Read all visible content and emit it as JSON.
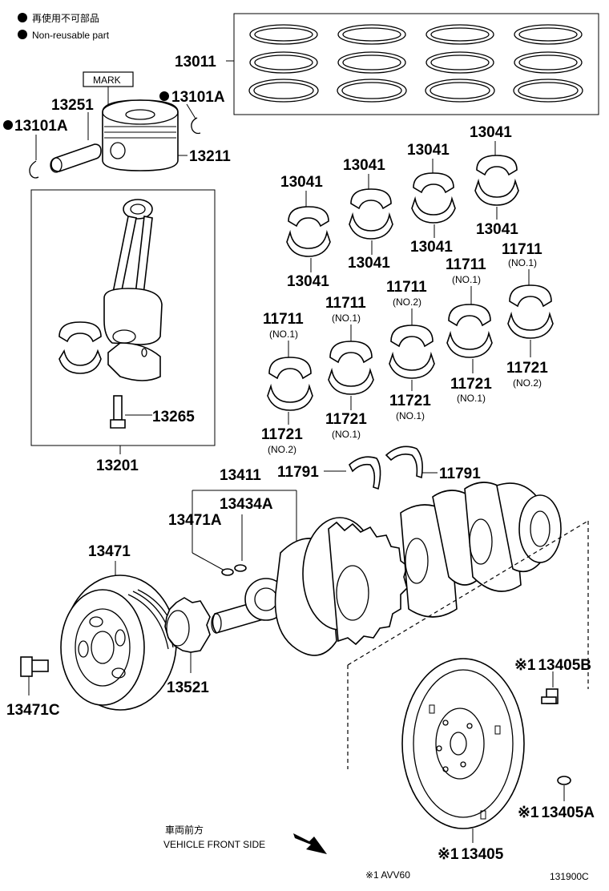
{
  "legend": {
    "jp": "再使用不可部品",
    "en": "Non-reusable part"
  },
  "mark_label": "MARK",
  "parts": {
    "p13011": "13011",
    "p13251": "13251",
    "p13101A_right": "13101A",
    "p13101A_left": "13101A",
    "p13211": "13211",
    "p13265": "13265",
    "p13201": "13201",
    "p13041_a": "13041",
    "p13041_b": "13041",
    "p13041_c": "13041",
    "p13041_d": "13041",
    "p13041_e": "13041",
    "p13041_f": "13041",
    "p13041_g": "13041",
    "p13041_h": "13041",
    "p11711_a": "11711",
    "p11711_b": "11711",
    "p11711_c": "11711",
    "p11711_d": "11711",
    "p11711_e": "11711",
    "p11721_a": "11721",
    "p11721_b": "11721",
    "p11721_c": "11721",
    "p11721_d": "11721",
    "p11721_e": "11721",
    "p11791_left": "11791",
    "p11791_right": "11791",
    "p13411": "13411",
    "p13434A": "13434A",
    "p13471A": "13471A",
    "p13471": "13471",
    "p13471C": "13471C",
    "p13521": "13521",
    "p13405B": "13405B",
    "p13405A": "13405A",
    "p13405": "13405"
  },
  "subs": {
    "s11711_a": "(NO.1)",
    "s11711_b": "(NO.1)",
    "s11711_c": "(NO.2)",
    "s11711_d": "(NO.1)",
    "s11711_e": "(NO.1)",
    "s11721_a": "(NO.2)",
    "s11721_b": "(NO.1)",
    "s11721_c": "(NO.1)",
    "s11721_d": "(NO.1)",
    "s11721_e": "(NO.2)"
  },
  "prefix_mark": "※1",
  "front": {
    "jp": "車両前方",
    "en": "VEHICLE FRONT SIDE"
  },
  "footnote": "※1 AVV60",
  "figure_code": "131900C"
}
